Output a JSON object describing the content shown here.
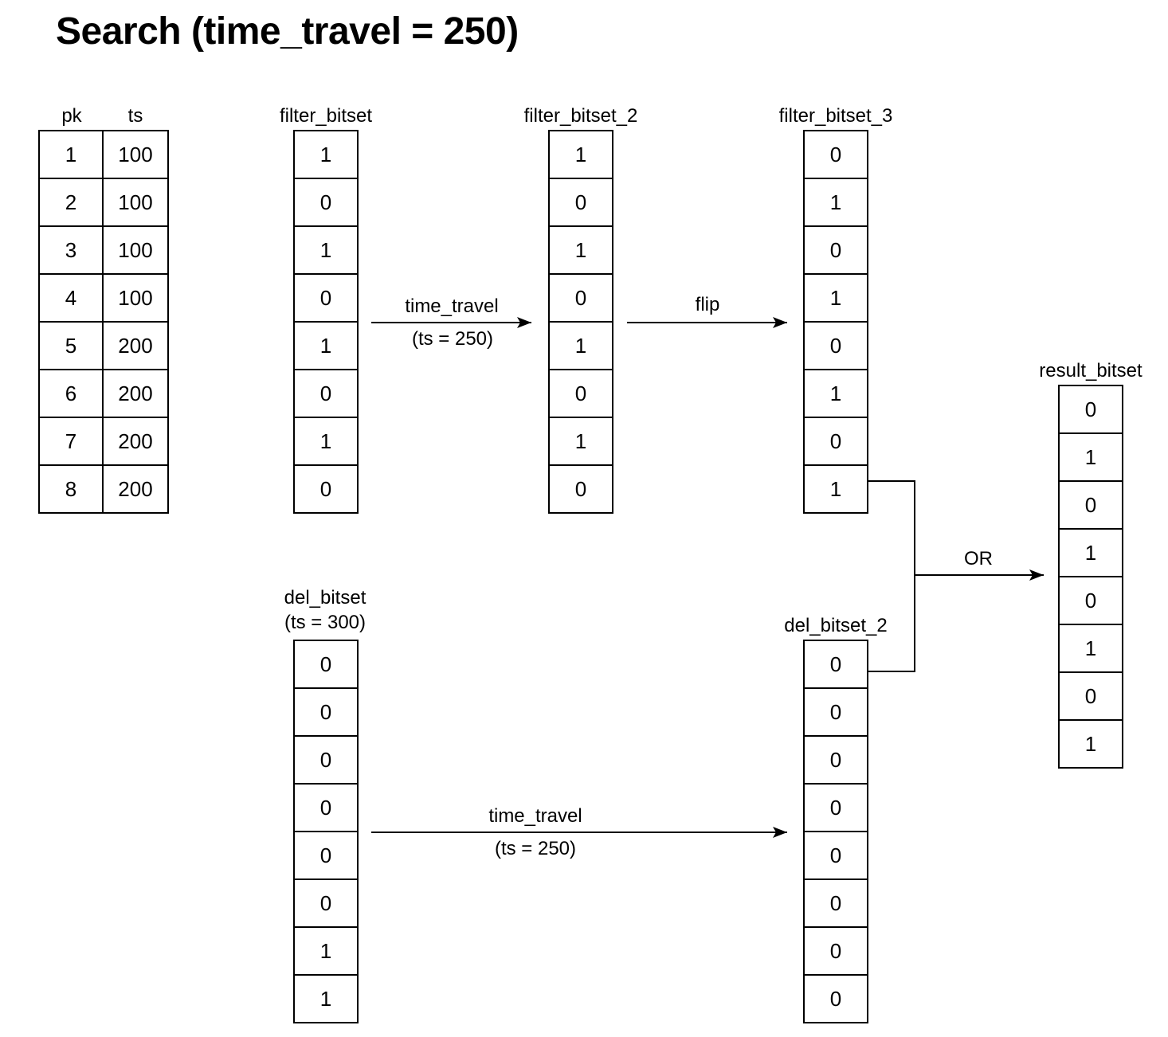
{
  "title": "Search (time_travel = 250)",
  "colors": {
    "ink": "#000000",
    "background": "#ffffff"
  },
  "table": {
    "columns": [
      "pk",
      "ts"
    ],
    "rows": [
      [
        "1",
        "100"
      ],
      [
        "2",
        "100"
      ],
      [
        "3",
        "100"
      ],
      [
        "4",
        "100"
      ],
      [
        "5",
        "200"
      ],
      [
        "6",
        "200"
      ],
      [
        "7",
        "200"
      ],
      [
        "8",
        "200"
      ]
    ]
  },
  "bitsets": {
    "filter_bitset": {
      "label": "filter_bitset",
      "values": [
        "1",
        "0",
        "1",
        "0",
        "1",
        "0",
        "1",
        "0"
      ]
    },
    "filter_bitset_2": {
      "label": "filter_bitset_2",
      "values": [
        "1",
        "0",
        "1",
        "0",
        "1",
        "0",
        "1",
        "0"
      ]
    },
    "filter_bitset_3": {
      "label": "filter_bitset_3",
      "values": [
        "0",
        "1",
        "0",
        "1",
        "0",
        "1",
        "0",
        "1"
      ]
    },
    "del_bitset": {
      "label": "del_bitset",
      "sublabel": "(ts = 300)",
      "values": [
        "0",
        "0",
        "0",
        "0",
        "0",
        "0",
        "1",
        "1"
      ]
    },
    "del_bitset_2": {
      "label": "del_bitset_2",
      "values": [
        "0",
        "0",
        "0",
        "0",
        "0",
        "0",
        "0",
        "0"
      ]
    },
    "result_bitset": {
      "label": "result_bitset",
      "values": [
        "0",
        "1",
        "0",
        "1",
        "0",
        "1",
        "0",
        "1"
      ]
    }
  },
  "arrows": {
    "time_travel_top": {
      "label": "time_travel",
      "sublabel": "(ts = 250)"
    },
    "flip": {
      "label": "flip"
    },
    "time_travel_bottom": {
      "label": "time_travel",
      "sublabel": "(ts = 250)"
    },
    "or": {
      "label": "OR"
    }
  }
}
